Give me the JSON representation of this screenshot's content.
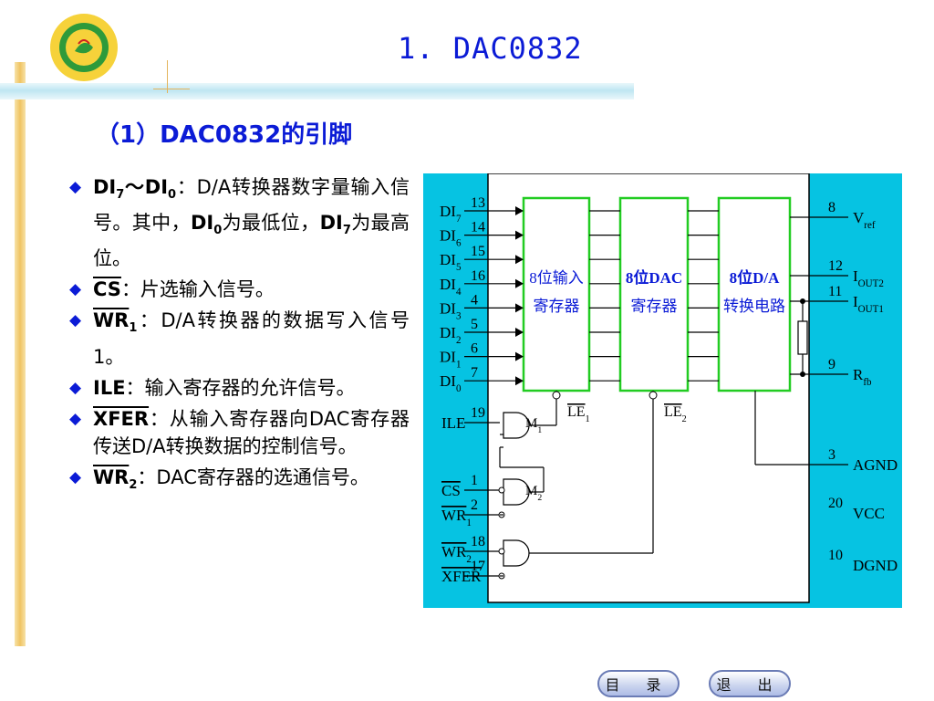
{
  "title": "1. DAC0832",
  "subtitle": "（1）DAC0832的引脚",
  "bullets": {
    "b1": {
      "pre": "DI",
      "s1": "7",
      "mid": "～DI",
      "s2": "0",
      "text": "：D/A转换器数字量输入信号。其中，",
      "di": "DI",
      "s3": "0",
      "text2": "为最低位，",
      "di2": "DI",
      "s4": "7",
      "text3": "为最高位。"
    },
    "b2": {
      "key": "CS",
      "text": "：片选输入信号。"
    },
    "b3": {
      "key": "WR",
      "sub": "1",
      "text": "：D/A转换器的数据写入信号1。"
    },
    "b4": {
      "key": "ILE",
      "text": "：输入寄存器的允许信号。"
    },
    "b5": {
      "key": "XFER",
      "text": "：从输入寄存器向DAC寄存器传送D/A转换数据的控制信号。"
    },
    "b6": {
      "key": "WR",
      "sub": "2",
      "text": "：DAC寄存器的选通信号。"
    }
  },
  "diagram": {
    "left_pins": [
      {
        "name": "DI",
        "sub": "7",
        "num": "13"
      },
      {
        "name": "DI",
        "sub": "6",
        "num": "14"
      },
      {
        "name": "DI",
        "sub": "5",
        "num": "15"
      },
      {
        "name": "DI",
        "sub": "4",
        "num": "16"
      },
      {
        "name": "DI",
        "sub": "3",
        "num": "4"
      },
      {
        "name": "DI",
        "sub": "2",
        "num": "5"
      },
      {
        "name": "DI",
        "sub": "1",
        "num": "6"
      },
      {
        "name": "DI",
        "sub": "0",
        "num": "7"
      }
    ],
    "control_pins": [
      {
        "name": "ILE",
        "num": "19"
      },
      {
        "name": "CS",
        "num": "1"
      },
      {
        "name": "WR",
        "sub": "1",
        "num": "2"
      },
      {
        "name": "WR",
        "sub": "2",
        "num": "18"
      },
      {
        "name": "XFER",
        "num": "17"
      }
    ],
    "right_pins": [
      {
        "name": "V",
        "sub": "ref",
        "num": "8"
      },
      {
        "name": "I",
        "sub": "OUT2",
        "num": "12"
      },
      {
        "name": "I",
        "sub": "OUT1",
        "num": "11"
      },
      {
        "name": "R",
        "sub": "fb",
        "num": "9"
      },
      {
        "name": "AGND",
        "num": "3"
      },
      {
        "name": "VCC",
        "num": "20"
      },
      {
        "name": "DGND",
        "num": "10"
      }
    ],
    "block1": {
      "l1": "8位输入",
      "l2": "寄存器"
    },
    "block2": {
      "l1": "8位DAC",
      "l2": "寄存器"
    },
    "block3": {
      "l1": "8位D/A",
      "l2": "转换电路"
    },
    "le1": {
      "name": "LE",
      "sub": "1"
    },
    "le2": {
      "name": "LE",
      "sub": "2"
    },
    "m1": {
      "name": "M",
      "sub": "1"
    },
    "m2": {
      "name": "M",
      "sub": "2"
    }
  },
  "nav": {
    "menu": "目 录",
    "exit": "退 出"
  },
  "colors": {
    "accent": "#0b1bd6",
    "diagram_bg": "#06c3e2",
    "block_border": "#22cc22"
  }
}
